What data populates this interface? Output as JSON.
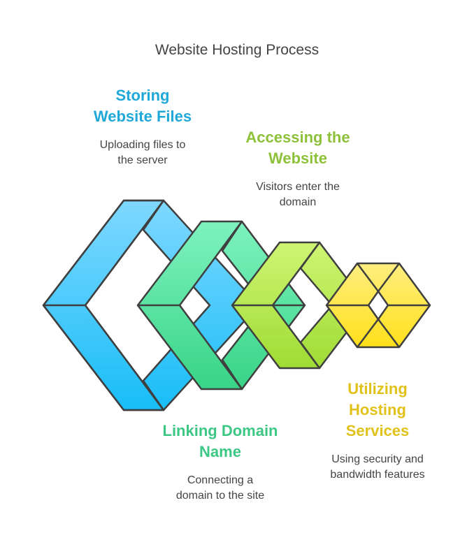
{
  "title": "Website Hosting Process",
  "steps": [
    {
      "title_lines": [
        "Storing",
        "Website Files"
      ],
      "desc_lines": [
        "Uploading files to",
        "the server"
      ],
      "color": "#1FA8D8"
    },
    {
      "title_lines": [
        "Linking Domain",
        "Name"
      ],
      "desc_lines": [
        "Connecting a",
        "domain to the site"
      ],
      "color": "#3DC785"
    },
    {
      "title_lines": [
        "Accessing the",
        "Website"
      ],
      "desc_lines": [
        "Visitors enter the",
        "domain"
      ],
      "color": "#8EC13A"
    },
    {
      "title_lines": [
        "Utilizing",
        "Hosting",
        "Services"
      ],
      "desc_lines": [
        "Using security and",
        "bandwidth features"
      ],
      "color": "#E0C21B"
    }
  ],
  "colors": {
    "blue_fill": "#4CC4FA",
    "green_fill": "#5ADFA0",
    "lime_fill": "#B5E650",
    "yellow_fill": "#FFE23F",
    "outline": "#3F3F3F"
  }
}
